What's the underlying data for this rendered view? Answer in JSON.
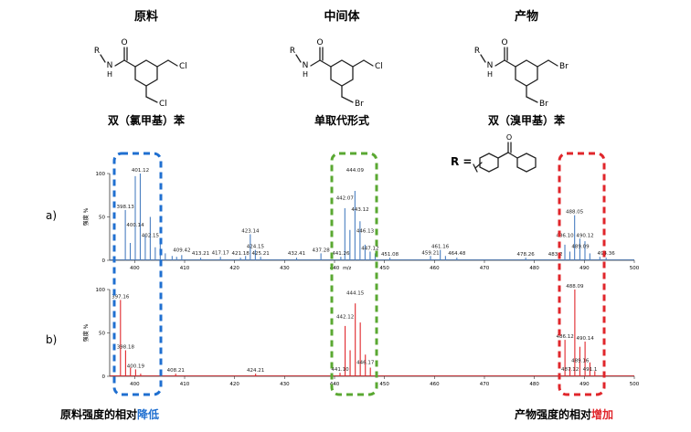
{
  "structures": [
    {
      "title": "原料",
      "caption": "双（氯甲基）苯",
      "r_label": "R",
      "nh_label": "N",
      "h_label": "H",
      "o_label": "O",
      "sub_top": "Cl",
      "sub_bottom": "Cl"
    },
    {
      "title": "中间体",
      "caption": "单取代形式",
      "r_label": "R",
      "nh_label": "N",
      "h_label": "H",
      "o_label": "O",
      "sub_top": "Cl",
      "sub_bottom": "Br"
    },
    {
      "title": "产物",
      "caption": "双（溴甲基）苯",
      "r_label": "R",
      "nh_label": "N",
      "h_label": "H",
      "o_label": "O",
      "sub_top": "Br",
      "sub_bottom": "Br"
    }
  ],
  "r_group": {
    "label": "R =",
    "o_label": "O"
  },
  "bottom_left": {
    "prefix": "原料强度的相对",
    "highlight": "降低",
    "color": "#1f6fd0"
  },
  "bottom_right": {
    "prefix": "产物强度的相对",
    "highlight": "增加",
    "color": "#e0262b"
  },
  "chart_data": [
    {
      "type": "line",
      "panel": "a)",
      "ylabel": "强度 %",
      "xlim": [
        395,
        500
      ],
      "ylim": [
        0,
        100
      ],
      "x_ticks": [
        400,
        410,
        420,
        430,
        440,
        450,
        460,
        470,
        480,
        490,
        500
      ],
      "y_ticks": [
        0,
        50,
        100
      ],
      "x_unit": "m/z",
      "color": "#4a7fc1",
      "peaks": [
        [
          398.13,
          58
        ],
        [
          399.12,
          20
        ],
        [
          400.12,
          97
        ],
        [
          401.12,
          100
        ],
        [
          402.12,
          30
        ],
        [
          403.12,
          50
        ],
        [
          404.12,
          15
        ],
        [
          405.12,
          25
        ],
        [
          406.13,
          8
        ],
        [
          407.5,
          5
        ],
        [
          408.4,
          4
        ],
        [
          409.42,
          6
        ],
        [
          413.21,
          3
        ],
        [
          417.17,
          4
        ],
        [
          421.18,
          3
        ],
        [
          422.2,
          5
        ],
        [
          423.14,
          30
        ],
        [
          424.15,
          12
        ],
        [
          425.21,
          4
        ],
        [
          432.41,
          3
        ],
        [
          437.28,
          8
        ],
        [
          441.26,
          4
        ],
        [
          442.07,
          60
        ],
        [
          443.08,
          35
        ],
        [
          444.09,
          80
        ],
        [
          445.1,
          45
        ],
        [
          446.11,
          18
        ],
        [
          447.12,
          10
        ],
        [
          448.13,
          8
        ],
        [
          451.08,
          3
        ],
        [
          459.21,
          5
        ],
        [
          461.16,
          12
        ],
        [
          462.2,
          5
        ],
        [
          464.48,
          3
        ],
        [
          478.26,
          3
        ],
        [
          486.1,
          18
        ],
        [
          487.1,
          10
        ],
        [
          488.05,
          52
        ],
        [
          489.1,
          25
        ],
        [
          490.12,
          22
        ],
        [
          491.1,
          8
        ],
        [
          493.1,
          4
        ],
        [
          494.36,
          3
        ]
      ],
      "peak_labels": [
        {
          "x": 401.12,
          "y": 100,
          "text": "401.12"
        },
        {
          "x": 398.13,
          "y": 58,
          "text": "398.13"
        },
        {
          "x": 400.12,
          "y": 37,
          "text": "400.14"
        },
        {
          "x": 403.12,
          "y": 25,
          "text": "402.15"
        },
        {
          "x": 409.42,
          "y": 8,
          "text": "409.42"
        },
        {
          "x": 413.21,
          "y": 4,
          "text": "413.21"
        },
        {
          "x": 417.17,
          "y": 5,
          "text": "417.17"
        },
        {
          "x": 421.18,
          "y": 4,
          "text": "421.18"
        },
        {
          "x": 425.21,
          "y": 4,
          "text": "425.21"
        },
        {
          "x": 423.14,
          "y": 30,
          "text": "423.14"
        },
        {
          "x": 424.15,
          "y": 12,
          "text": "424.15"
        },
        {
          "x": 432.41,
          "y": 4,
          "text": "432.41"
        },
        {
          "x": 437.28,
          "y": 8,
          "text": "437.28"
        },
        {
          "x": 441.26,
          "y": 4,
          "text": "441.26"
        },
        {
          "x": 444.09,
          "y": 100,
          "text": "444.09"
        },
        {
          "x": 442.07,
          "y": 68,
          "text": "442.07"
        },
        {
          "x": 445.12,
          "y": 55,
          "text": "443.12"
        },
        {
          "x": 446.13,
          "y": 30,
          "text": "446.13"
        },
        {
          "x": 447.12,
          "y": 10,
          "text": "447.12"
        },
        {
          "x": 451.08,
          "y": 3,
          "text": "451.08"
        },
        {
          "x": 459.21,
          "y": 5,
          "text": "459.21"
        },
        {
          "x": 461.16,
          "y": 12,
          "text": "461.16"
        },
        {
          "x": 464.48,
          "y": 4,
          "text": "464.48"
        },
        {
          "x": 478.26,
          "y": 3,
          "text": "478.26"
        },
        {
          "x": 484.2,
          "y": 3,
          "text": "483.2"
        },
        {
          "x": 488.05,
          "y": 52,
          "text": "488.05"
        },
        {
          "x": 486.1,
          "y": 25,
          "text": "486.10"
        },
        {
          "x": 490.12,
          "y": 25,
          "text": "490.12"
        },
        {
          "x": 489.2,
          "y": 12,
          "text": "489.09"
        },
        {
          "x": 494.36,
          "y": 4,
          "text": "494.36"
        }
      ]
    },
    {
      "type": "line",
      "panel": "b)",
      "ylabel": "强度 %",
      "xlim": [
        395,
        500
      ],
      "ylim": [
        0,
        100
      ],
      "x_ticks": [
        400,
        410,
        420,
        430,
        440,
        450,
        460,
        470,
        480,
        490,
        500
      ],
      "y_ticks": [
        0,
        50,
        100
      ],
      "x_unit": "",
      "color": "#e0262b",
      "peaks": [
        [
          397.16,
          88
        ],
        [
          398.18,
          30
        ],
        [
          399.16,
          10
        ],
        [
          400.19,
          8
        ],
        [
          401.2,
          3
        ],
        [
          408.21,
          3
        ],
        [
          424.21,
          3
        ],
        [
          441.1,
          4
        ],
        [
          442.12,
          58
        ],
        [
          443.12,
          30
        ],
        [
          444.15,
          84
        ],
        [
          445.15,
          62
        ],
        [
          446.17,
          25
        ],
        [
          447.17,
          10
        ],
        [
          486.12,
          42
        ],
        [
          487.12,
          10
        ],
        [
          488.09,
          100
        ],
        [
          489.1,
          34
        ],
        [
          490.14,
          40
        ],
        [
          491.11,
          16
        ],
        [
          492.1,
          6
        ]
      ],
      "peak_labels": [
        {
          "x": 397.16,
          "y": 88,
          "text": "397.16"
        },
        {
          "x": 398.18,
          "y": 30,
          "text": "398.18"
        },
        {
          "x": 400.19,
          "y": 8,
          "text": "400.19"
        },
        {
          "x": 408.21,
          "y": 3,
          "text": "408.21"
        },
        {
          "x": 424.21,
          "y": 3,
          "text": "424.21"
        },
        {
          "x": 441.1,
          "y": 4,
          "text": "441.10"
        },
        {
          "x": 444.15,
          "y": 92,
          "text": "444.15"
        },
        {
          "x": 442.12,
          "y": 65,
          "text": "442.12"
        },
        {
          "x": 446.17,
          "y": 12,
          "text": "446.17"
        },
        {
          "x": 488.09,
          "y": 100,
          "text": "488.09"
        },
        {
          "x": 486.12,
          "y": 42,
          "text": "486.12"
        },
        {
          "x": 490.14,
          "y": 40,
          "text": "490.14"
        },
        {
          "x": 489.16,
          "y": 14,
          "text": "489.16"
        },
        {
          "x": 487.12,
          "y": 4,
          "text": "487.12"
        },
        {
          "x": 491.13,
          "y": 4,
          "text": "491.1"
        }
      ]
    }
  ]
}
